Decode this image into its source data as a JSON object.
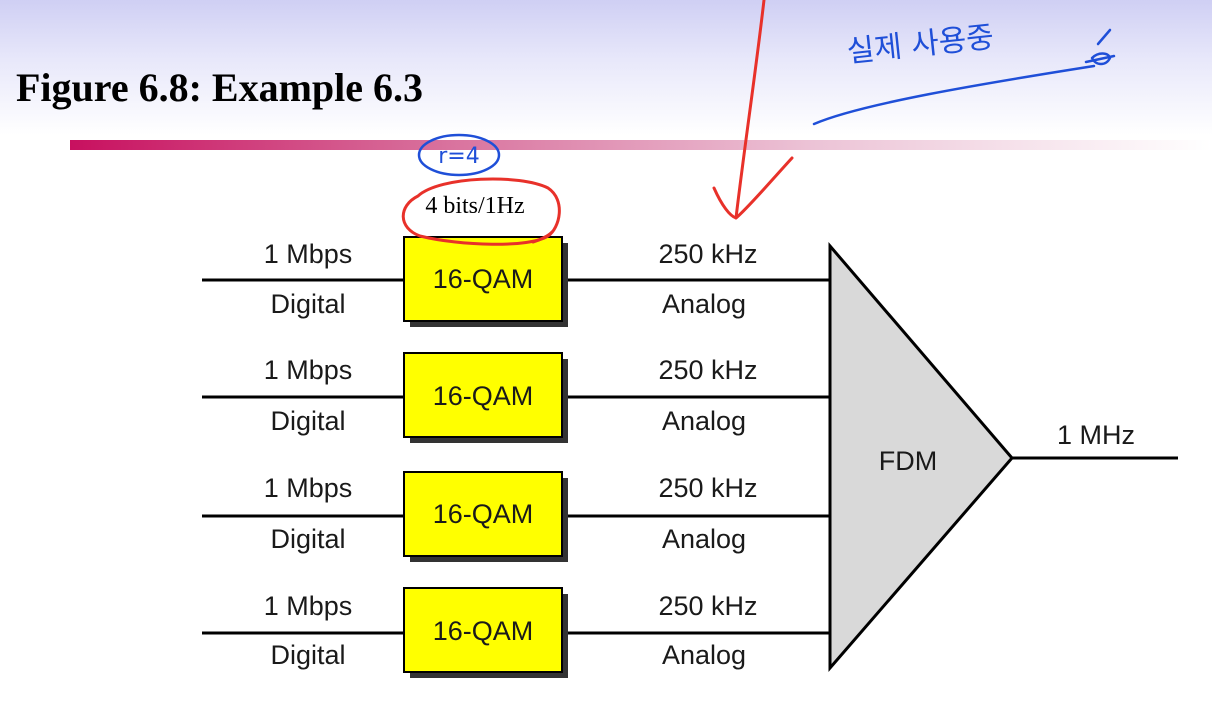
{
  "header": {
    "title": "Figure 6.8:  Example 6.3"
  },
  "note": {
    "bits": "4 bits/1Hz",
    "annotation": "r=4"
  },
  "channels": [
    {
      "input_rate": "1 Mbps",
      "input_type": "Digital",
      "modulator": "16-QAM",
      "bandwidth": "250 kHz",
      "output_type": "Analog"
    },
    {
      "input_rate": "1 Mbps",
      "input_type": "Digital",
      "modulator": "16-QAM",
      "bandwidth": "250 kHz",
      "output_type": "Analog"
    },
    {
      "input_rate": "1 Mbps",
      "input_type": "Digital",
      "modulator": "16-QAM",
      "bandwidth": "250 kHz",
      "output_type": "Analog"
    },
    {
      "input_rate": "1 Mbps",
      "input_type": "Digital",
      "modulator": "16-QAM",
      "bandwidth": "250 kHz",
      "output_type": "Analog"
    }
  ],
  "multiplexer": {
    "label": "FDM",
    "output": "1 MHz"
  },
  "handwriting": {
    "korean": "실제 사용중"
  },
  "colors": {
    "modulator_fill": "#ffff00",
    "fdm_fill": "#d9d9d9",
    "ink_red": "#e8312a",
    "ink_blue": "#1f4fd8"
  }
}
